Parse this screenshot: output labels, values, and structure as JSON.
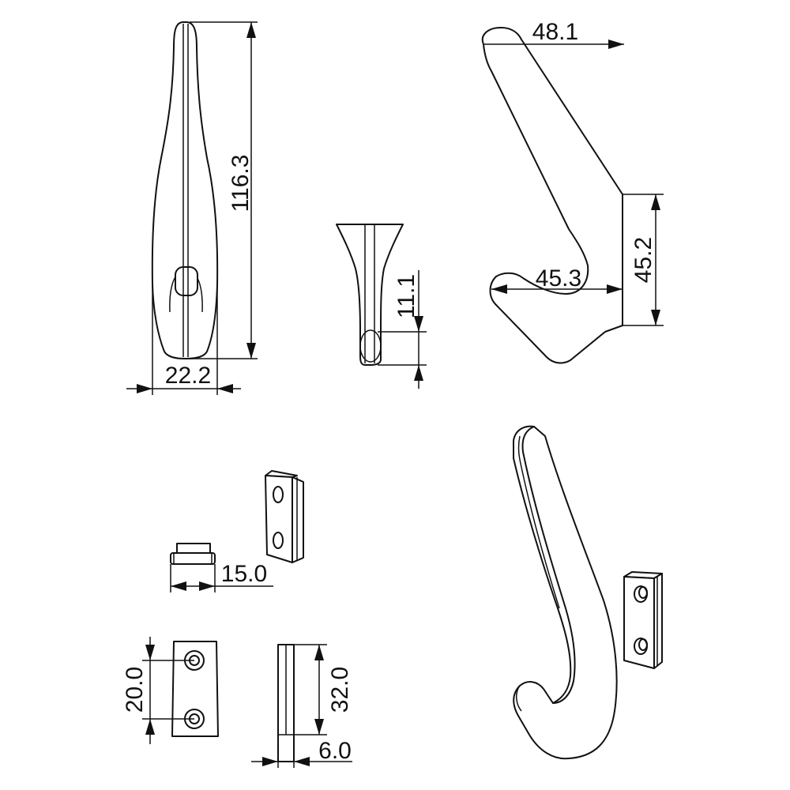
{
  "drawing": {
    "dimensions": {
      "hook_front_height": "116.3",
      "hook_front_width": "22.2",
      "hook_bottom_tip": "11.1",
      "hook_side_top_width": "48.1",
      "hook_side_lower_width": "45.3",
      "hook_side_back_height": "45.2",
      "plate_thickness_top": "15.0",
      "plate_hole_spacing": "20.0",
      "plate_height": "32.0",
      "plate_thickness": "6.0"
    }
  }
}
